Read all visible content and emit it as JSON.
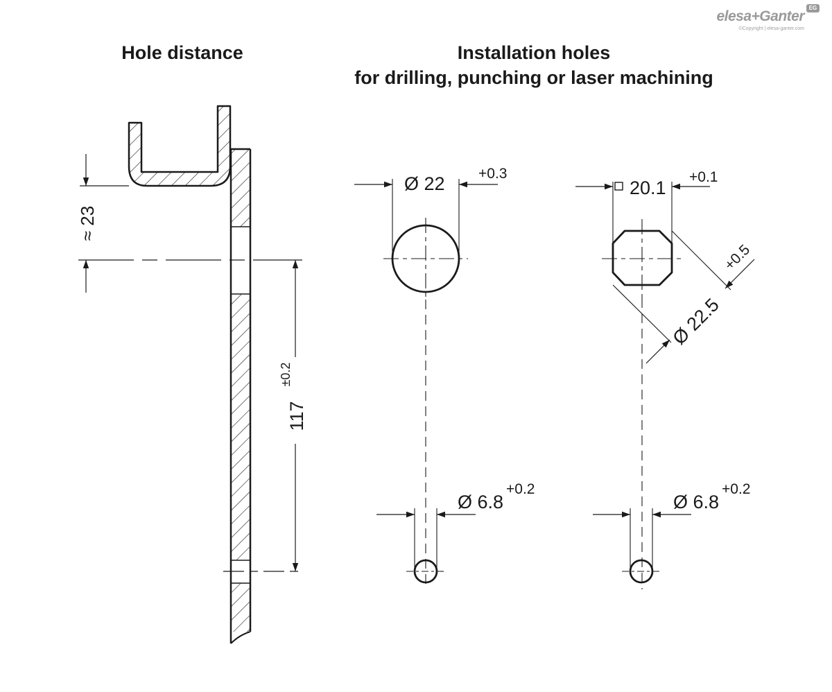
{
  "headings": {
    "left": "Hole distance",
    "right_line1": "Installation holes",
    "right_line2": "for drilling, punching or laser machining"
  },
  "logo": {
    "name": "elesa+Ganter",
    "badge": "EG",
    "copyright": "©Copyright | elesa-ganter.com"
  },
  "dimensions": {
    "approx_height": "≈ 23",
    "hole_distance": "117",
    "hole_distance_tol": "±0.2",
    "round_hole_dia": "Ø 22",
    "round_hole_tol": "+0.3",
    "square_hole_size": "20.1",
    "square_hole_tol": "+0.1",
    "square_hole_diag": "Ø 22.5",
    "square_hole_diag_tol": "+0.5",
    "small_hole_dia_left": "Ø 6.8",
    "small_hole_tol_left": "+0.2",
    "small_hole_dia_right": "Ø 6.8",
    "small_hole_tol_right": "+0.2"
  },
  "colors": {
    "line": "#1a1a1a",
    "logo": "#9a9a9a"
  }
}
